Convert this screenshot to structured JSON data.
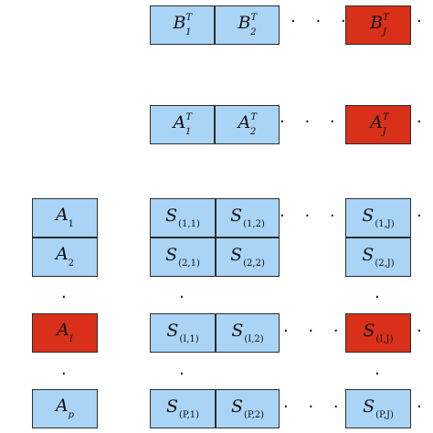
{
  "colors": {
    "cell": "#aad4f6",
    "highlight": "#d9301a",
    "border": "#2c2c2c"
  },
  "rows": {
    "b_row": [
      {
        "main": "B",
        "sup": "T",
        "sub": "1"
      },
      {
        "main": "B",
        "sup": "T",
        "sub": "2"
      },
      {
        "main": "B",
        "sup": "T",
        "sub": "J"
      }
    ],
    "a_row": [
      {
        "main": "A",
        "sup": "T",
        "sub": "1"
      },
      {
        "main": "A",
        "sup": "T",
        "sub": "2"
      },
      {
        "main": "A",
        "sup": "T",
        "sub": "J"
      }
    ]
  },
  "column_a": [
    {
      "main": "A",
      "sub": "1"
    },
    {
      "main": "A",
      "sub": "2"
    },
    {
      "main": "A",
      "sub": "I"
    },
    {
      "main": "A",
      "sub": "p"
    }
  ],
  "s_grid": {
    "r1": [
      {
        "main": "S",
        "sub": "(1,1)"
      },
      {
        "main": "S",
        "sub": "(1,2)"
      },
      {
        "main": "S",
        "sub": "(1,J)"
      }
    ],
    "r2": [
      {
        "main": "S",
        "sub": "(2,1)"
      },
      {
        "main": "S",
        "sub": "(2,2)"
      },
      {
        "main": "S",
        "sub": "(2,J)"
      }
    ],
    "ri": [
      {
        "main": "S",
        "sub": "(I,1)"
      },
      {
        "main": "S",
        "sub": "(I,2)"
      },
      {
        "main": "S",
        "sub": "(I,J)"
      }
    ],
    "rp": [
      {
        "main": "S",
        "sub": "(P,1)"
      },
      {
        "main": "S",
        "sub": "(P,2)"
      },
      {
        "main": "S",
        "sub": "(P,J)"
      }
    ]
  },
  "ellipsis": "· · ·",
  "vdot": "·"
}
